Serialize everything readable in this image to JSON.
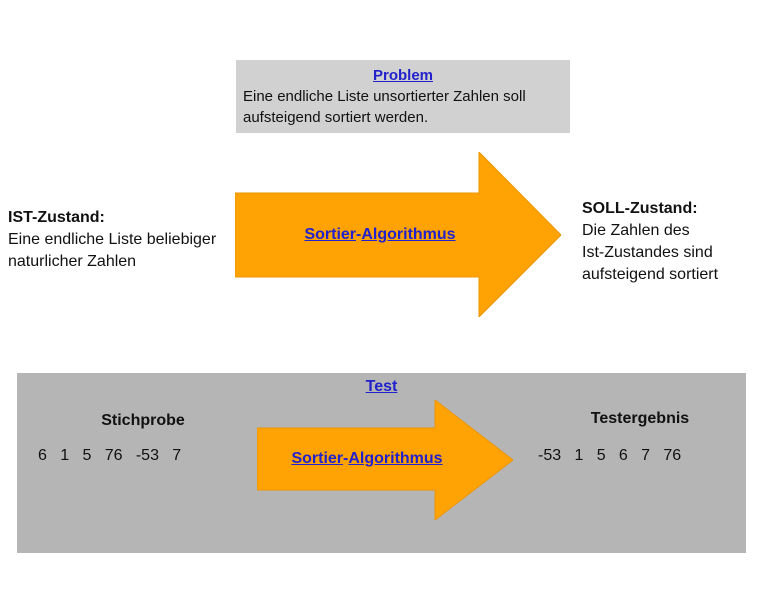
{
  "colors": {
    "page_bg": "#ffffff",
    "arrow_orange": "#ffa203",
    "arrow_orange_edge": "#ed9702",
    "link_blue": "#2222cc",
    "problem_box_bg": "#d1d1d1",
    "test_box_bg": "#b5b5b5",
    "text_color": "#111111"
  },
  "problem_box": {
    "title": "Problem",
    "lines": [
      "Eine endliche Liste unsortierter Zahlen soll",
      "aufsteigend sortiert werden."
    ]
  },
  "ist_block": {
    "heading": "IST-Zustand:",
    "lines": [
      "Eine endliche Liste beliebiger",
      "naturlicher Zahlen"
    ]
  },
  "soll_block": {
    "heading": "SOLL-Zustand:",
    "lines": [
      "Die Zahlen des",
      "Ist-Zustandes sind",
      "aufsteigend sortiert"
    ]
  },
  "main_arrow": {
    "link_first": "Sortier",
    "separator": "-",
    "link_second": "Algorithmus"
  },
  "test_box": {
    "title": "Test",
    "sample": {
      "heading": "Stichprobe",
      "values": [
        "6",
        "1",
        "5",
        "76",
        "-53",
        "7"
      ]
    },
    "arrow": {
      "link_first": "Sortier",
      "separator": "-",
      "link_second": "Algorithmus"
    },
    "result": {
      "heading": "Testergebnis",
      "values": [
        "-53",
        "1",
        "5",
        "6",
        "7",
        "76"
      ]
    }
  }
}
